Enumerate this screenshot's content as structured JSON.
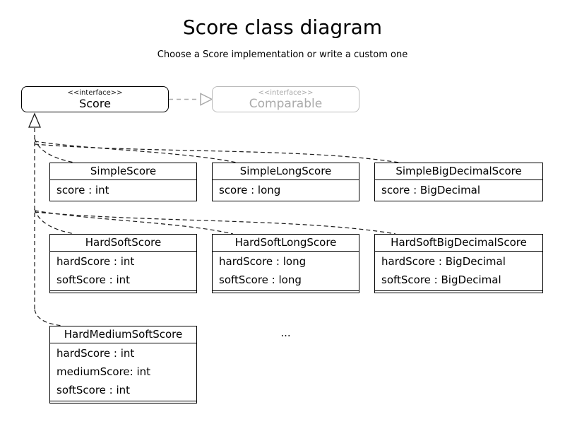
{
  "title": "Score class diagram",
  "subtitle": "Choose a Score implementation or write a custom one",
  "interfaces": {
    "score": {
      "stereotype": "<<interface>>",
      "name": "Score"
    },
    "comparable": {
      "stereotype": "<<interface>>",
      "name": "Comparable"
    }
  },
  "classes": [
    {
      "name": "SimpleScore",
      "attributes": [
        "score : int"
      ]
    },
    {
      "name": "SimpleLongScore",
      "attributes": [
        "score : long"
      ]
    },
    {
      "name": "SimpleBigDecimalScore",
      "attributes": [
        "score : BigDecimal"
      ]
    },
    {
      "name": "HardSoftScore",
      "attributes": [
        "hardScore : int",
        "softScore : int"
      ]
    },
    {
      "name": "HardSoftLongScore",
      "attributes": [
        "hardScore : long",
        "softScore : long"
      ]
    },
    {
      "name": "HardSoftBigDecimalScore",
      "attributes": [
        "hardScore : BigDecimal",
        "softScore : BigDecimal"
      ]
    },
    {
      "name": "HardMediumSoftScore",
      "attributes": [
        "hardScore : int",
        "mediumScore: int",
        "softScore : int"
      ]
    }
  ],
  "ellipsis": "...",
  "colors": {
    "line": "#000000",
    "muted_border": "#bbbbbb",
    "muted_text": "#aaaaaa",
    "dashed_line": "#1a1a1a",
    "background": "#ffffff"
  }
}
